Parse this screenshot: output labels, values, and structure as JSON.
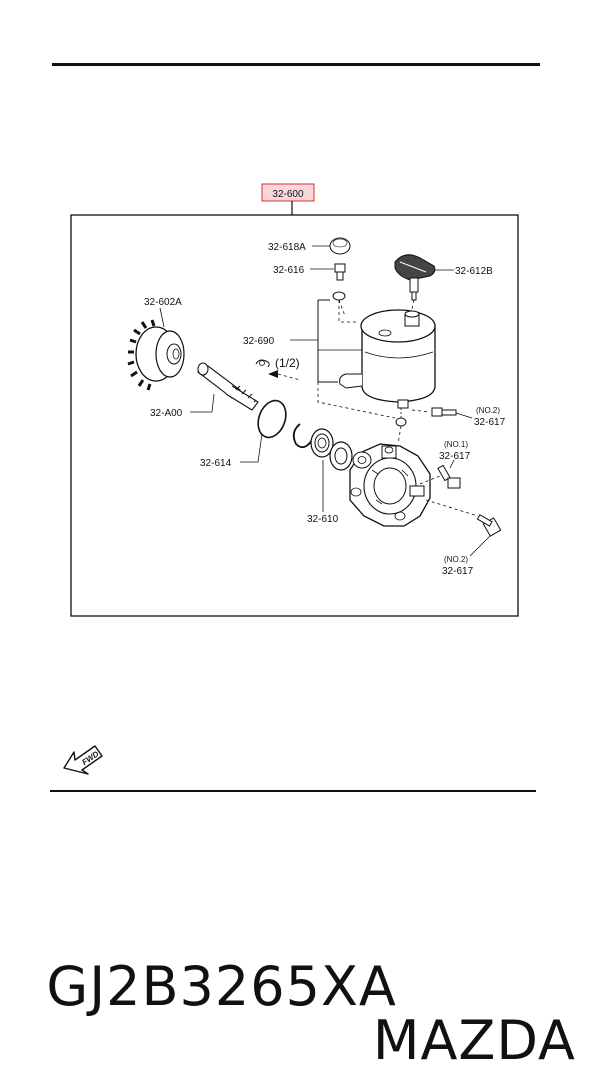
{
  "diagram": {
    "assembly_label": "32-600",
    "labels": {
      "p618a": "32-618A",
      "p616": "32-616",
      "p612b": "32-612B",
      "p602a": "32-602A",
      "p690": "32-690",
      "half": "(1/2)",
      "pa00": "32-A00",
      "p614": "32-614",
      "p610": "32-610",
      "no2_top_note": "(NO.2)",
      "no2_top_num": "32-617",
      "no1_note": "(NO.1)",
      "no1_num": "32-617",
      "no2_bot_note": "(NO.2)",
      "no2_bot_num": "32-617"
    },
    "fwd_text": "FWD"
  },
  "footer": {
    "part_number": "GJ2B3265XA",
    "manufacturer": "MAZDA"
  },
  "colors": {
    "highlight_fill": "#fbd6da",
    "highlight_stroke": "#d9302f",
    "ink": "#111111"
  }
}
